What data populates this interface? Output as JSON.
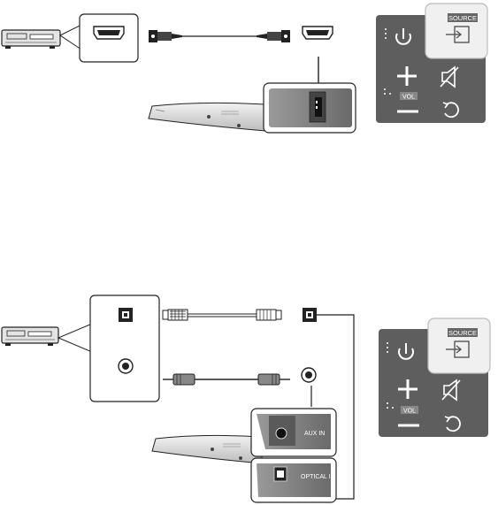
{
  "top_diagram": {
    "remote": {
      "source_label": "SOURCE",
      "vol_label": "VOL",
      "icons": [
        "power-icon",
        "source-icon",
        "plus-icon",
        "mute-icon",
        "minus-icon",
        "repeat-icon"
      ]
    },
    "connector": "HDMI"
  },
  "bottom_diagram": {
    "aux_label": "AUX IN",
    "optical_label": "OPTICAL IN",
    "remote": {
      "source_label": "SOURCE",
      "vol_label": "VOL",
      "icons": [
        "power-icon",
        "source-icon",
        "plus-icon",
        "mute-icon",
        "minus-icon",
        "repeat-icon"
      ]
    }
  },
  "colors": {
    "line": "#222222",
    "panel_gray": "#5e5e5e",
    "highlight_bg": "#f0f0f0",
    "device_gray": "#d8d8d8"
  }
}
